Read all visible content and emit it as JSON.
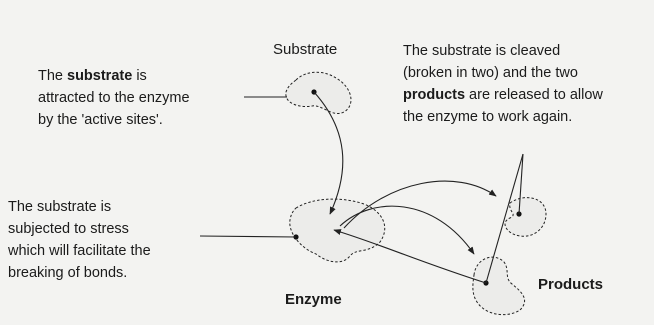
{
  "labels": {
    "substrate": "Substrate",
    "enzyme": "Enzyme",
    "products": "Products"
  },
  "notes": {
    "attraction": {
      "pre": "The ",
      "bold": "substrate",
      "post": " is\nattracted to the enzyme\nby the 'active sites'."
    },
    "stress": "The substrate is\nsubjected to stress\nwhich will facilitate the\nbreaking of bonds.",
    "cleavage": {
      "pre": "The substrate is cleaved\n(broken in two) and the two\n",
      "bold": "products",
      "post": " are released to allow\nthe enzyme to work again."
    }
  }
}
